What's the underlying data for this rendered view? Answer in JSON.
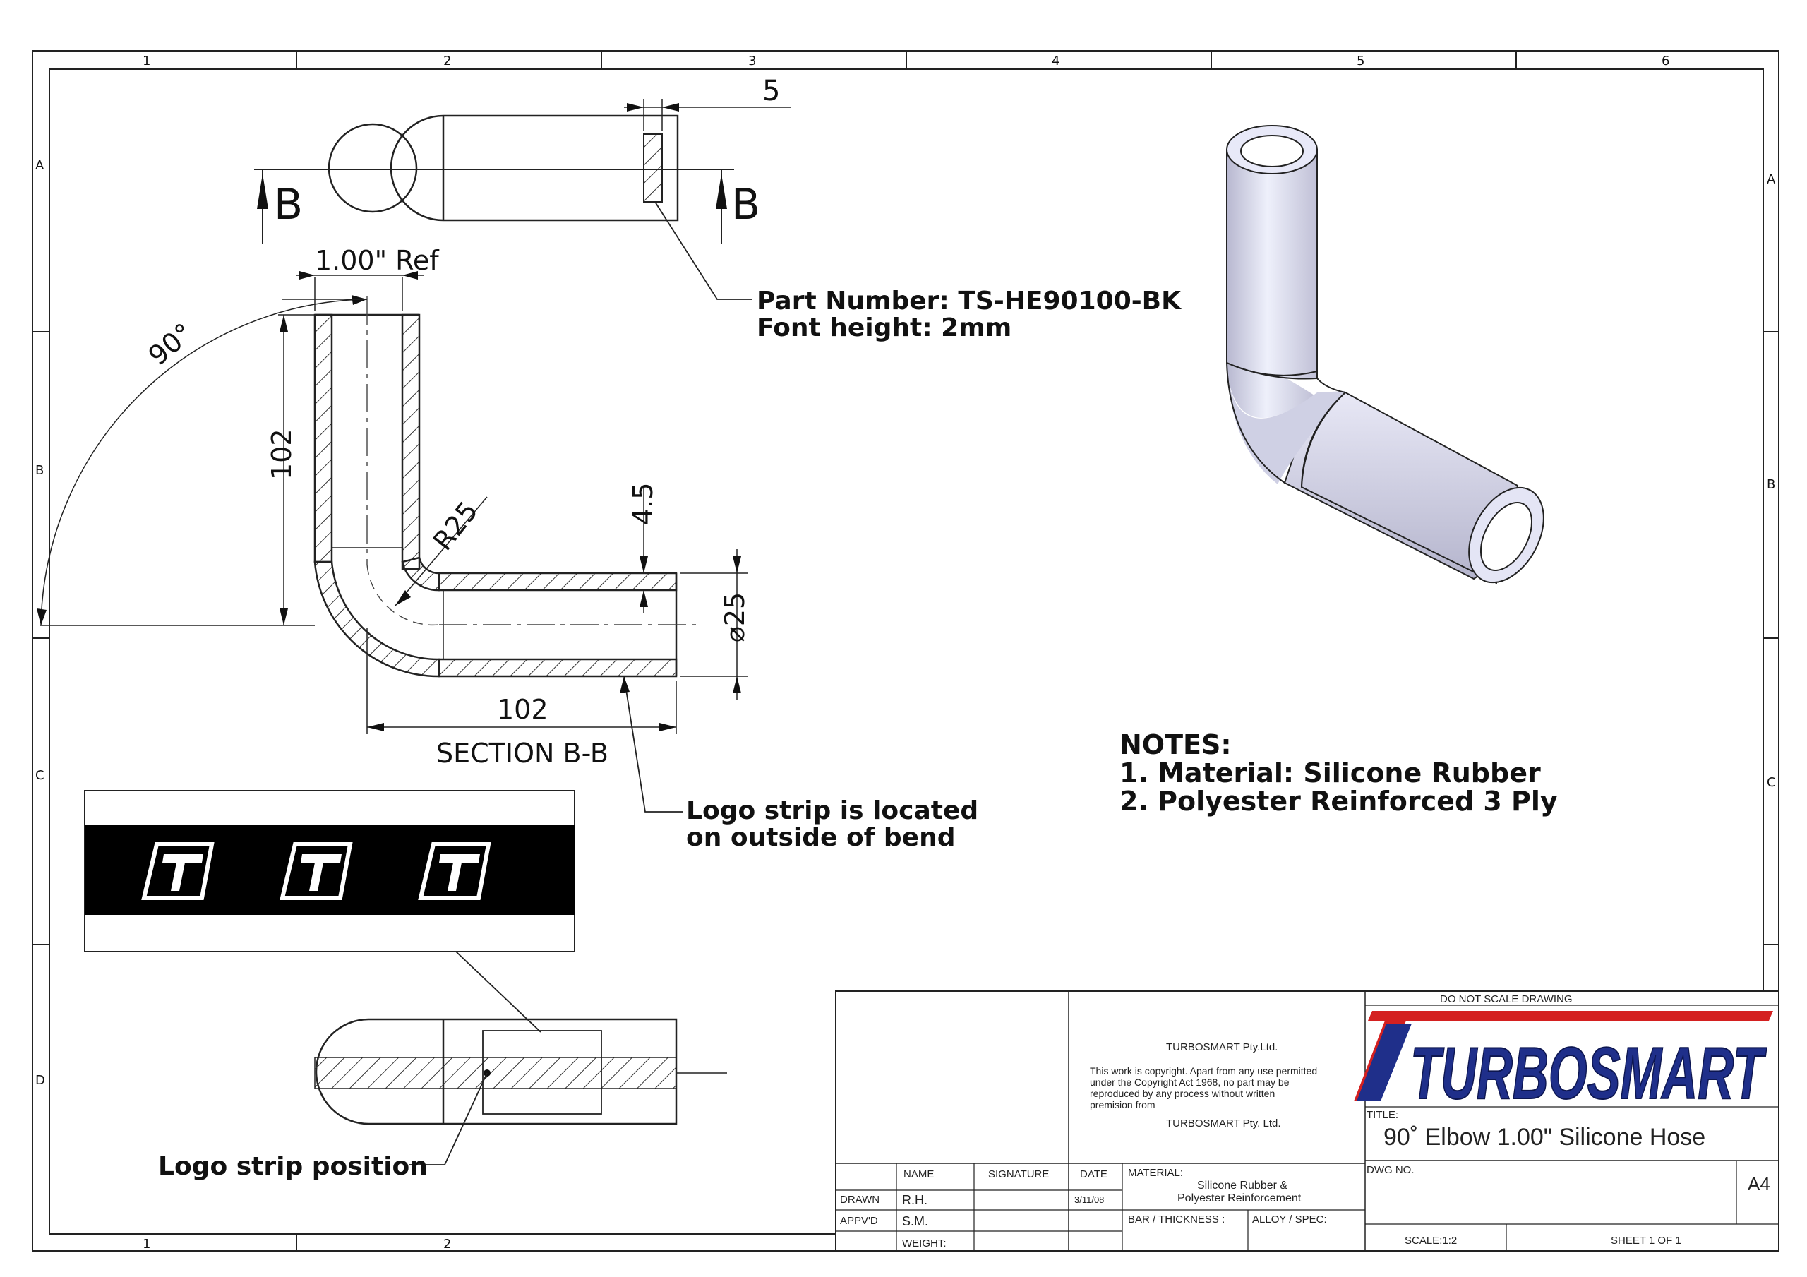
{
  "border": {
    "columns": [
      "1",
      "2",
      "3",
      "4",
      "5",
      "6"
    ],
    "bottom_columns": [
      "1",
      "2"
    ],
    "rows": [
      "A",
      "B",
      "C",
      "D"
    ]
  },
  "top_view": {
    "dim_5": "5",
    "section_letter_left": "B",
    "section_letter_right": "B"
  },
  "section_view": {
    "ref_dim": "1.00\" Ref",
    "angle": "90°",
    "dim_height": "102",
    "radius": "R25",
    "wall": "4.5",
    "diameter": "⌀25",
    "dim_length": "102",
    "title": "SECTION B-B"
  },
  "callouts": {
    "part_number": "Part Number: TS-HE90100-BK",
    "font_height": "Font height: 2mm",
    "logo_strip_line1": "Logo strip is located",
    "logo_strip_line2": "on outside of bend",
    "logo_position": "Logo strip position"
  },
  "notes": {
    "heading": "NOTES:",
    "items": [
      "1. Material: Silicone Rubber",
      "2. Polyester Reinforced 3 Ply"
    ]
  },
  "title_block": {
    "company": "TURBOSMART Pty.Ltd.",
    "copyright_lines": [
      "This work is copyright. Apart from any use permitted",
      "under the Copyright Act 1968, no part may be",
      "reproduced by any process without written",
      "premision from"
    ],
    "company2": "TURBOSMART Pty. Ltd.",
    "do_not_scale": "DO NOT SCALE DRAWING",
    "logo_text": "TURBOSMART",
    "title_label": "TITLE:",
    "title": "90˚ Elbow 1.00\" Silicone Hose",
    "dwg_no_label": "DWG NO.",
    "size": "A4",
    "headers": {
      "name": "NAME",
      "signature": "SIGNATURE",
      "date": "DATE"
    },
    "drawn_label": "DRAWN",
    "drawn_name": "R.H.",
    "drawn_date": "3/11/08",
    "appvd_label": "APPV'D",
    "appvd_name": "S.M.",
    "weight_label": "WEIGHT:",
    "material_label": "MATERIAL:",
    "material_lines": [
      "Silicone Rubber &",
      "Polyester Reinforcement"
    ],
    "bar_thickness": "BAR / THICKNESS :",
    "alloy_spec": "ALLOY / SPEC:",
    "scale": "SCALE:1:2",
    "sheet": "SHEET 1 OF 1"
  },
  "colors": {
    "logo_red": "#d42020",
    "logo_blue": "#1f2f8a",
    "hose_fill": "#d4d4e6"
  }
}
